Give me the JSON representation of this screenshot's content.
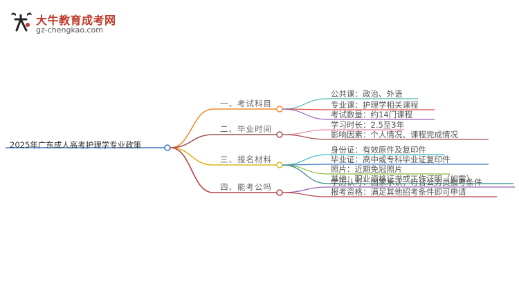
{
  "logo": {
    "icon": "bull-logo-icon",
    "title": "大牛教育成考网",
    "url": "gz-chengkao.com"
  },
  "mindmap": {
    "root": "2025年广东成人高考护理学专业政策",
    "branches": [
      {
        "label": "一、考试科目",
        "color": "#f08c2c",
        "children": [
          {
            "text": "公共课：政治、外语",
            "color": "#4ab8a8"
          },
          {
            "text": "专业课：护理学相关课程",
            "color": "#e04848"
          },
          {
            "text": "考试数量：约14门课程",
            "color": "#9b5cb4"
          }
        ]
      },
      {
        "label": "二、毕业时间",
        "color": "#9a5050",
        "children": [
          {
            "text": "学习时长：2.5至3年",
            "color": "#e68aa6"
          },
          {
            "text": "影响因素：个人情况、课程完成情况",
            "color": "#9a5050"
          }
        ]
      },
      {
        "label": "三、报名材料",
        "color": "#d8b81c",
        "children": [
          {
            "text": "身份证：有效原件及复印件",
            "color": "#36b8c0"
          },
          {
            "text": "毕业证：高中或专科毕业证复印件",
            "color": "#3a78c8"
          },
          {
            "text": "照片：近期免冠照片",
            "color": "#8ab83a"
          },
          {
            "text": "其他：职业资格证书或工作证明（如需）",
            "color": "#2e8a86"
          }
        ]
      },
      {
        "label": "四、能考公吗",
        "color": "#b84040",
        "children": [
          {
            "text": "学历认可：国家承认，符合公务员报考条件",
            "color": "#9b5cb4"
          },
          {
            "text": "报考资格：满足其他招考条件即可申请",
            "color": "#b84040"
          }
        ]
      }
    ]
  }
}
